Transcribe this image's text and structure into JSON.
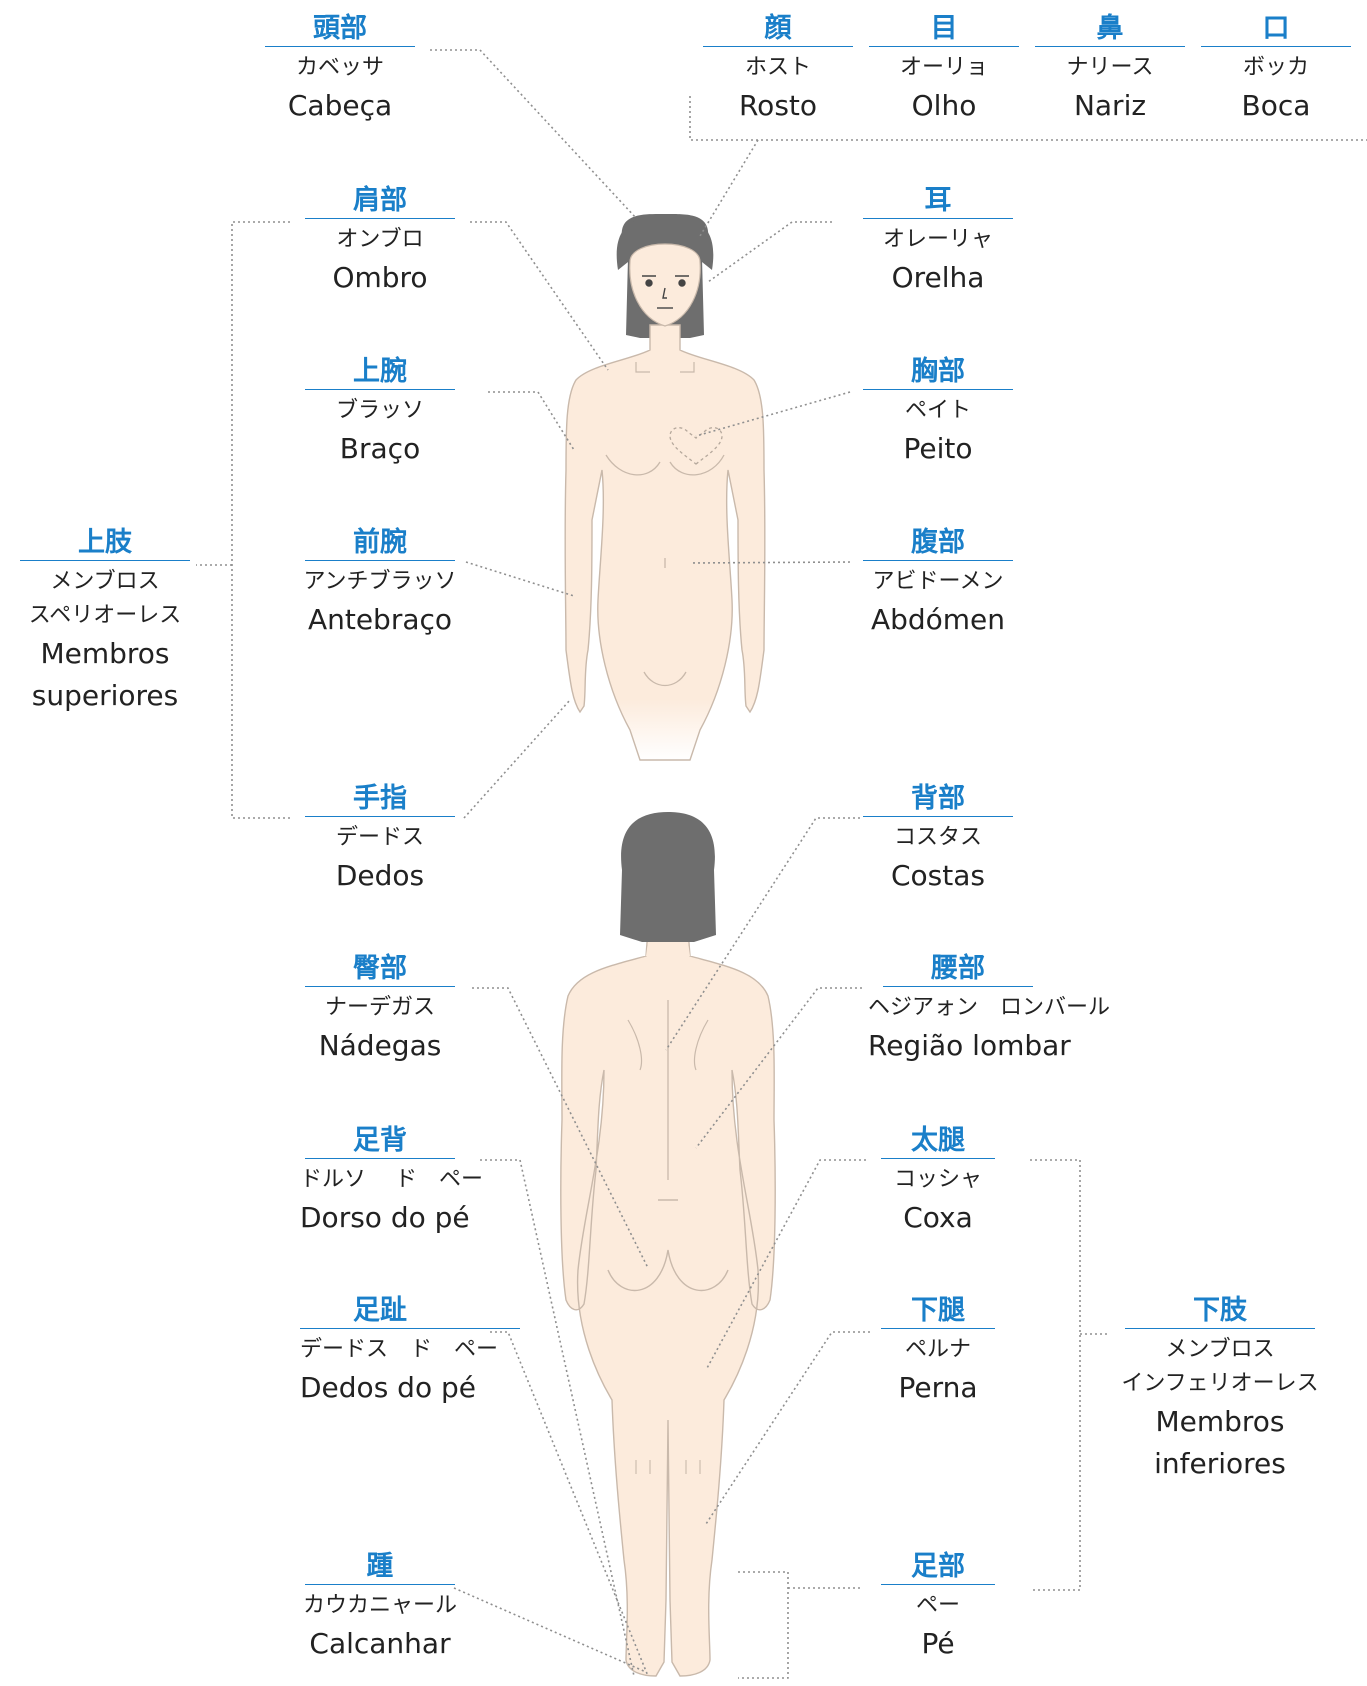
{
  "labels": {
    "head": {
      "jp": "頭部",
      "kana": [
        "カベッサ"
      ],
      "pt": [
        "Cabeça"
      ]
    },
    "face": {
      "jp": "顔",
      "kana": [
        "ホスト"
      ],
      "pt": [
        "Rosto"
      ]
    },
    "eye": {
      "jp": "目",
      "kana": [
        "オーリョ"
      ],
      "pt": [
        "Olho"
      ]
    },
    "nose": {
      "jp": "鼻",
      "kana": [
        "ナリース"
      ],
      "pt": [
        "Nariz"
      ]
    },
    "mouth": {
      "jp": "口",
      "kana": [
        "ボッカ"
      ],
      "pt": [
        "Boca"
      ]
    },
    "shoulder": {
      "jp": "肩部",
      "kana": [
        "オンブロ"
      ],
      "pt": [
        "Ombro"
      ]
    },
    "ear": {
      "jp": "耳",
      "kana": [
        "オレーリャ"
      ],
      "pt": [
        "Orelha"
      ]
    },
    "upper_arm": {
      "jp": "上腕",
      "kana": [
        "ブラッソ"
      ],
      "pt": [
        "Braço"
      ]
    },
    "chest": {
      "jp": "胸部",
      "kana": [
        "ペイト"
      ],
      "pt": [
        "Peito"
      ]
    },
    "upper_limbs": {
      "jp": "上肢",
      "kana": [
        "メンブロス",
        "スペリオーレス"
      ],
      "pt": [
        "Membros",
        "superiores"
      ]
    },
    "forearm": {
      "jp": "前腕",
      "kana": [
        "アンチブラッソ"
      ],
      "pt": [
        "Antebraço"
      ]
    },
    "abdomen": {
      "jp": "腹部",
      "kana": [
        "アビドーメン"
      ],
      "pt": [
        "Abdómen"
      ]
    },
    "fingers": {
      "jp": "手指",
      "kana": [
        "デードス"
      ],
      "pt": [
        "Dedos"
      ]
    },
    "back": {
      "jp": "背部",
      "kana": [
        "コスタス"
      ],
      "pt": [
        "Costas"
      ]
    },
    "buttocks": {
      "jp": "臀部",
      "kana": [
        "ナーデガス"
      ],
      "pt": [
        "Nádegas"
      ]
    },
    "lumbar": {
      "jp": "腰部",
      "kana": [
        "ヘジアォン　ロンバール"
      ],
      "pt": [
        "Região lombar"
      ]
    },
    "instep": {
      "jp": "足背",
      "kana": [
        "ドルソ　 ド　ペー"
      ],
      "pt": [
        "Dorso do pé"
      ]
    },
    "thigh": {
      "jp": "太腿",
      "kana": [
        "コッシャ"
      ],
      "pt": [
        "Coxa"
      ]
    },
    "toes": {
      "jp": "足趾",
      "kana": [
        "デードス　ド　ペー"
      ],
      "pt": [
        "Dedos do pé"
      ]
    },
    "lower_leg": {
      "jp": "下腿",
      "kana": [
        "ペルナ"
      ],
      "pt": [
        "Perna"
      ]
    },
    "lower_limbs": {
      "jp": "下肢",
      "kana": [
        "メンブロス",
        "インフェリオーレス"
      ],
      "pt": [
        "Membros",
        "inferiores"
      ]
    },
    "heel": {
      "jp": "踵",
      "kana": [
        "カウカニャール"
      ],
      "pt": [
        "Calcanhar"
      ]
    },
    "foot": {
      "jp": "足部",
      "kana": [
        "ペー"
      ],
      "pt": [
        "Pé"
      ]
    }
  },
  "colors": {
    "accent": "#1a7fc9",
    "skin": "#fcebdc",
    "skin_outline": "#c9b9ab",
    "hair": "#6e6e6e",
    "leader": "#8f8f8f",
    "text": "#222222"
  }
}
